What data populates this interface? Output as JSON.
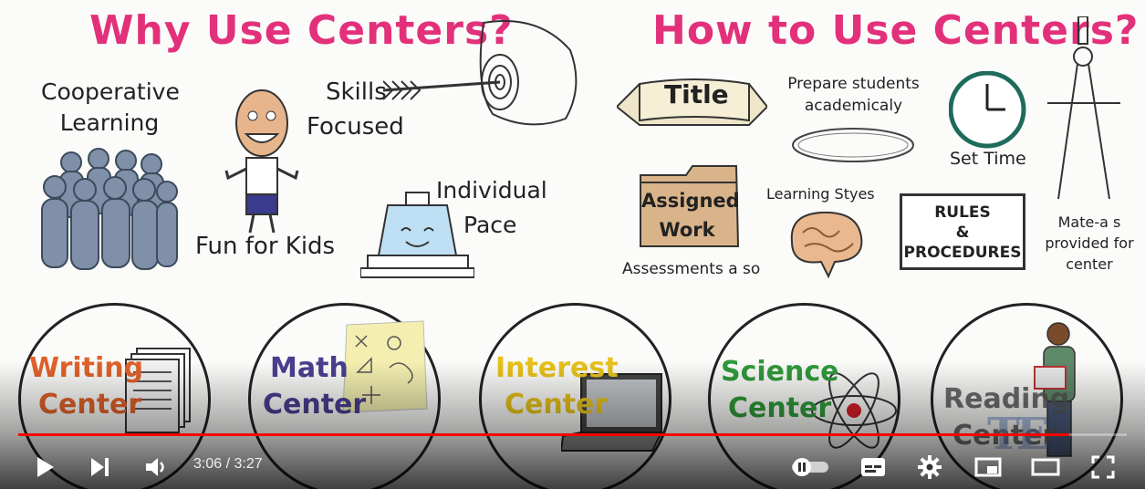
{
  "headings": {
    "why": "Why Use Centers?",
    "how": "How to Use Centers?"
  },
  "why": {
    "cooperative_line1": "Cooperative",
    "cooperative_line2": "Learning",
    "skills_line1": "Skills",
    "skills_line2": "Focused",
    "fun": "Fun for Kids",
    "individual_line1": "Individual",
    "individual_line2": "Pace"
  },
  "how": {
    "title_banner": "Title",
    "prepare_line1": "Prepare students",
    "prepare_line2": "academicaly",
    "set_time": "Set Time",
    "folder_line1": "Assigned",
    "folder_line2": "Work",
    "assessments": "Assessments a so",
    "learning_styles": "Learning Styes",
    "rules_line1": "RULES",
    "rules_line2": "&",
    "rules_line3": "PROCEDURES",
    "materials_line1": "Mate-a s",
    "materials_line2": "provided for",
    "materials_line3": "center"
  },
  "centers": [
    {
      "line1": "Writing",
      "line2": "Center",
      "color": "#e0622a"
    },
    {
      "line1": "Math",
      "line2": "Center",
      "color": "#4a3f8f"
    },
    {
      "line1": "Interest",
      "line2": "Center",
      "color": "#e7c21a"
    },
    {
      "line1": "Science",
      "line2": "Center",
      "color": "#2f9a3a"
    },
    {
      "line1": "Reading",
      "line2": "Center",
      "color": "#555555"
    }
  ],
  "watermark": "TE",
  "player": {
    "time_display": "3:06 / 3:27",
    "progress_fraction": 0.948,
    "accent_color": "#ff0000",
    "icons": [
      "play-icon",
      "next-icon",
      "volume-icon",
      "autoplay-toggle-icon",
      "subtitles-icon",
      "settings-gear-icon",
      "miniplayer-icon",
      "theater-mode-icon",
      "fullscreen-icon"
    ]
  }
}
